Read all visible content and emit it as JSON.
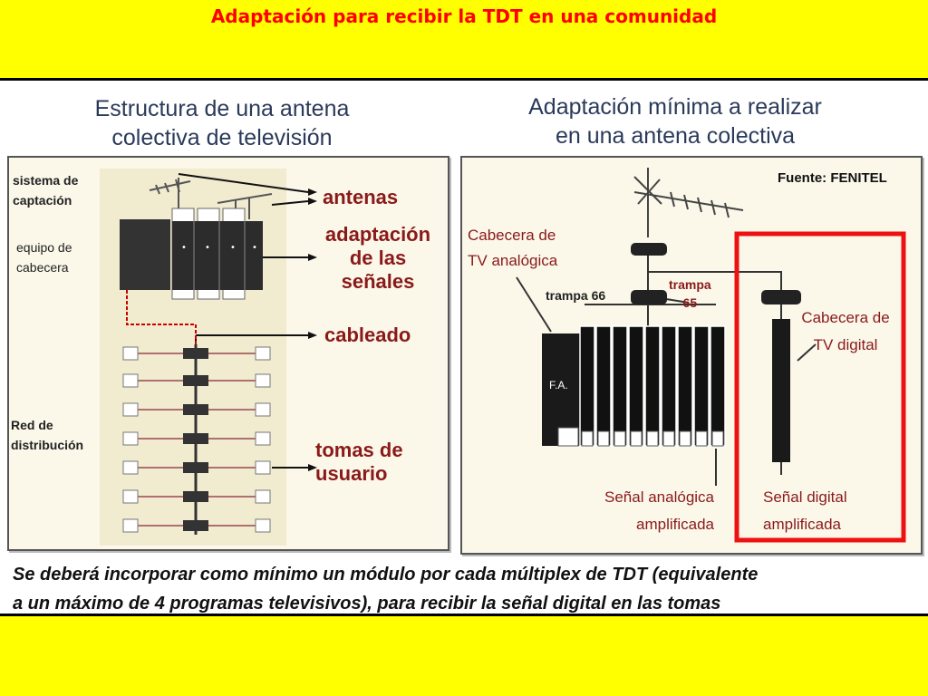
{
  "slide_title": "Adaptación para recibir la TDT en una comunidad",
  "left": {
    "title_line1": "Estructura de una antena",
    "title_line2": "colectiva de televisión",
    "side_labels": {
      "captacion_1": "sistema de",
      "captacion_2": "captación",
      "cabecera_1": "equipo de",
      "cabecera_2": "cabecera",
      "red_1": "Red de",
      "red_2": "distribución"
    },
    "callouts": {
      "antenas": "antenas",
      "adapt_1": "adaptación",
      "adapt_2": "de las",
      "adapt_3": "señales",
      "cableado": "cableado",
      "tomas_1": "tomas de",
      "tomas_2": "usuario"
    }
  },
  "right": {
    "title_line1": "Adaptación mínima a realizar",
    "title_line2": "en una antena colectiva",
    "source": "Fuente: FENITEL",
    "cab_analog_1": "Cabecera de",
    "cab_analog_2": "TV analógica",
    "trampa66": "trampa 66",
    "trampa65_1": "trampa",
    "trampa65_2": "65",
    "fa": "F.A.",
    "cab_digital_1": "Cabecera de",
    "cab_digital_2": "TV digital",
    "sig_analog_1": "Señal analógica",
    "sig_analog_2": "amplificada",
    "sig_digital_1": "Señal digital",
    "sig_digital_2": "amplificada"
  },
  "bottom_line1": "Se deberá incorporar como mínimo un módulo por cada múltiplex de TDT (equivalente",
  "bottom_line2": "a un máximo de 4 programas televisivos), para recibir la señal digital en las tomas",
  "colors": {
    "title": "#ff0000",
    "background": "#ffff00",
    "highlight": "#ee1111",
    "callout": "#8a1a1a"
  }
}
